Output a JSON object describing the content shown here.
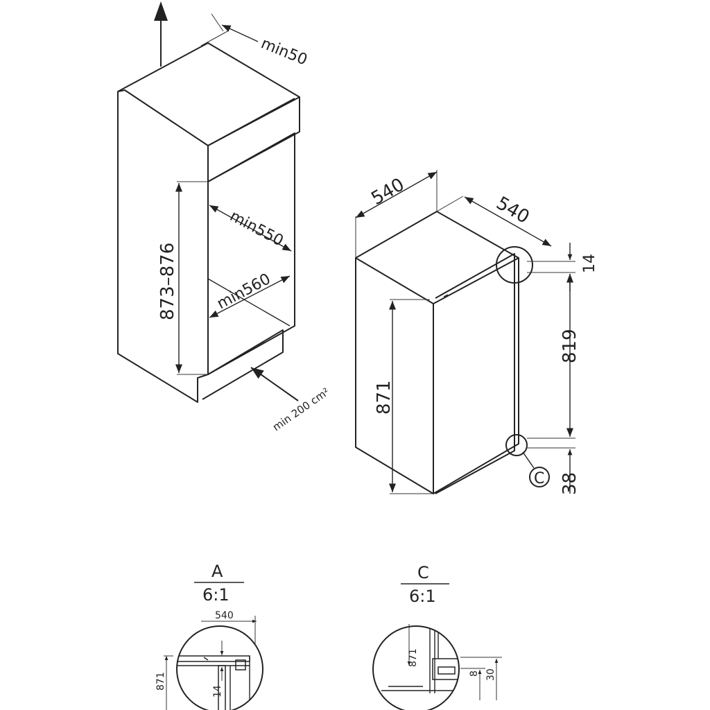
{
  "left_view": {
    "vent_top_label": "min50",
    "width_label": "min550",
    "depth_label": "min560",
    "height_label": "873–876",
    "vent_bottom_label": "min 200 cm²"
  },
  "right_view": {
    "top_width_label": "540",
    "top_depth_label": "540",
    "gap_top_label": "14",
    "door_height_label": "819",
    "gap_bottom_label": "38",
    "overall_height_label": "871",
    "marker_c_label": "C"
  },
  "detail_a": {
    "title": "A",
    "scale": "6:1",
    "width_label": "540",
    "height_label": "871",
    "gap_label": "14"
  },
  "detail_c": {
    "title": "C",
    "scale": "6:1",
    "height_label": "871",
    "offset_label": "8",
    "clearance_label": "30"
  }
}
